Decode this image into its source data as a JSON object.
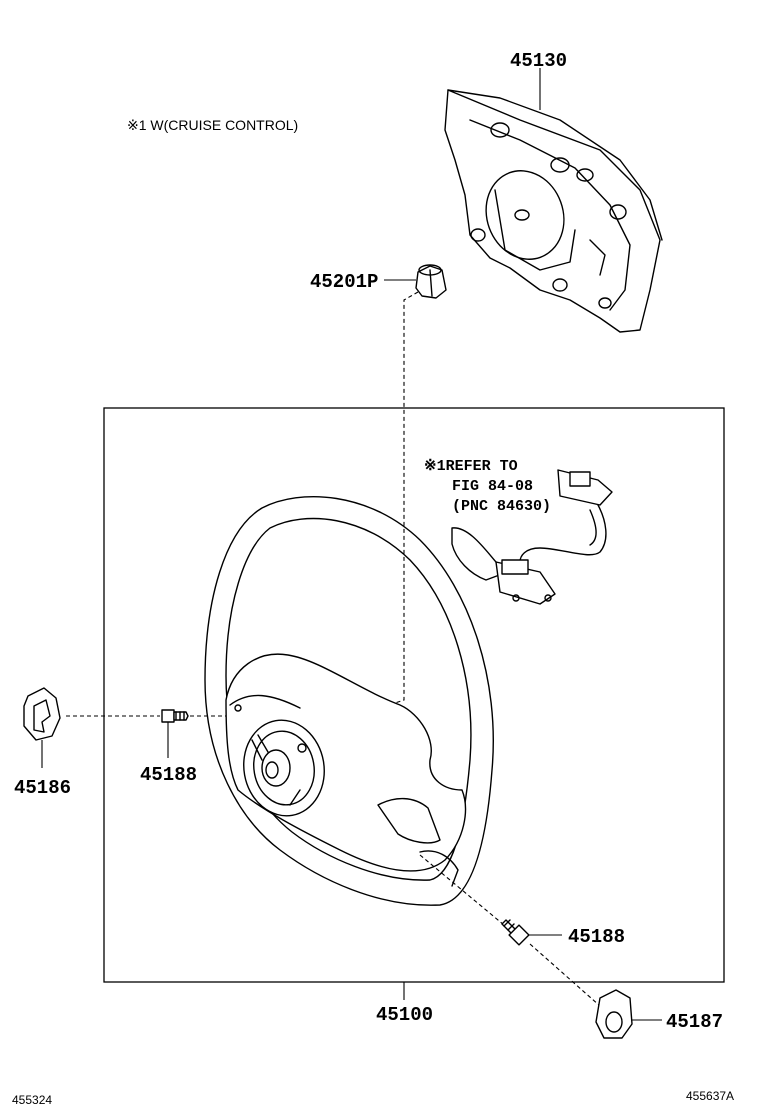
{
  "note_cruise": "※1 W(CRUISE CONTROL)",
  "refer": {
    "line1": "※1REFER TO",
    "line2": "FIG 84-08",
    "line3": "(PNC 84630)"
  },
  "parts": {
    "horn_pad": "45130",
    "nut": "45201P",
    "steering_wheel": "45100",
    "cover_left": "45186",
    "screw_left": "45188",
    "screw_right": "45188",
    "cover_right": "45187"
  },
  "footer": {
    "left_code": "455324",
    "right_code": "455637A"
  }
}
